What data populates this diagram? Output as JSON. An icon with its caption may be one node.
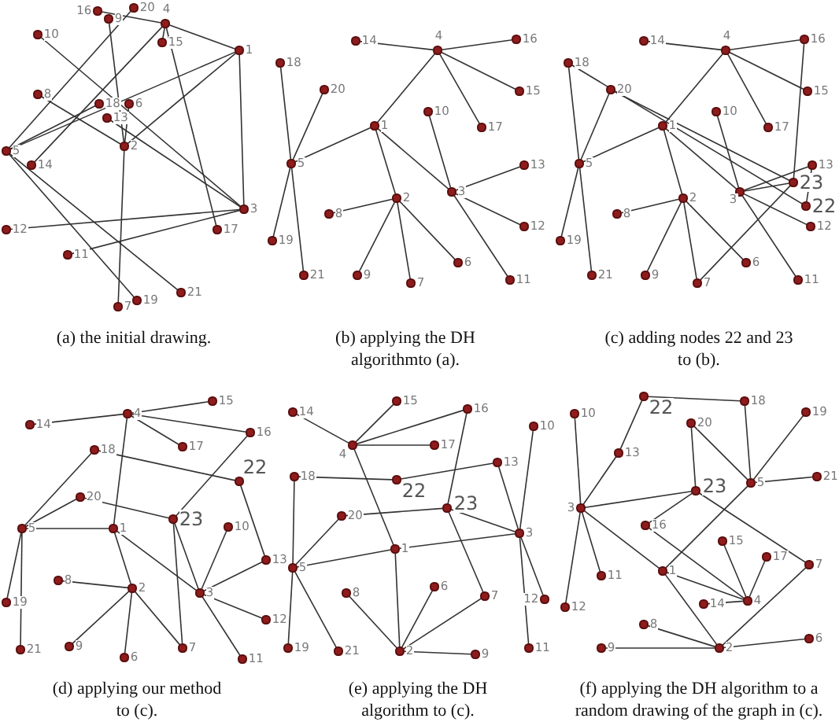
{
  "diagram": {
    "nodes": [
      {
        "text": [],
        "shape": "circle",
        "beside": [
          "1"
        ]
      },
      {
        "text": [],
        "shape": "circle",
        "beside": [
          "2"
        ]
      },
      {
        "text": [],
        "shape": "circle",
        "beside": [
          "3"
        ]
      },
      {
        "text": [],
        "shape": "circle",
        "beside": [
          "4"
        ]
      },
      {
        "text": [],
        "shape": "circle",
        "beside": [
          "5"
        ]
      },
      {
        "text": [],
        "shape": "circle",
        "beside": [
          "6"
        ]
      },
      {
        "text": [],
        "shape": "circle",
        "beside": [
          "7"
        ]
      },
      {
        "text": [],
        "shape": "circle",
        "beside": [
          "8"
        ]
      },
      {
        "text": [],
        "shape": "circle",
        "beside": [
          "9"
        ]
      },
      {
        "text": [],
        "shape": "circle",
        "beside": [
          "10"
        ]
      },
      {
        "text": [],
        "shape": "circle",
        "beside": [
          "11"
        ]
      },
      {
        "text": [],
        "shape": "circle",
        "beside": [
          "12"
        ]
      },
      {
        "text": [],
        "shape": "circle",
        "beside": [
          "13"
        ]
      },
      {
        "text": [],
        "shape": "circle",
        "beside": [
          "14"
        ]
      },
      {
        "text": [],
        "shape": "circle",
        "beside": [
          "15"
        ]
      },
      {
        "text": [],
        "shape": "circle",
        "beside": [
          "16"
        ]
      },
      {
        "text": [],
        "shape": "circle",
        "beside": [
          "17"
        ]
      },
      {
        "text": [],
        "shape": "circle",
        "beside": [
          "18"
        ]
      },
      {
        "text": [],
        "shape": "circle",
        "beside": [
          "19"
        ]
      },
      {
        "text": [],
        "shape": "circle",
        "beside": [
          "20"
        ]
      },
      {
        "text": [],
        "shape": "circle",
        "beside": [
          "21"
        ]
      },
      {
        "text": [],
        "shape": "circle",
        "beside": [
          "1"
        ]
      },
      {
        "text": [],
        "shape": "circle",
        "beside": [
          "2"
        ]
      },
      {
        "text": [],
        "shape": "circle",
        "beside": [
          "3"
        ]
      },
      {
        "text": [],
        "shape": "circle",
        "beside": [
          "4"
        ]
      },
      {
        "text": [],
        "shape": "circle",
        "beside": [
          "5"
        ]
      },
      {
        "text": [],
        "shape": "circle",
        "beside": [
          "6"
        ]
      },
      {
        "text": [],
        "shape": "circle",
        "beside": [
          "7"
        ]
      },
      {
        "text": [],
        "shape": "circle",
        "beside": [
          "8"
        ]
      },
      {
        "text": [],
        "shape": "circle",
        "beside": [
          "9"
        ]
      },
      {
        "text": [],
        "shape": "circle",
        "beside": [
          "10"
        ]
      },
      {
        "text": [],
        "shape": "circle",
        "beside": [
          "11"
        ]
      },
      {
        "text": [],
        "shape": "circle",
        "beside": [
          "12"
        ]
      },
      {
        "text": [],
        "shape": "circle",
        "beside": [
          "13"
        ]
      },
      {
        "text": [],
        "shape": "circle",
        "beside": [
          "14"
        ]
      },
      {
        "text": [],
        "shape": "circle",
        "beside": [
          "15"
        ]
      },
      {
        "text": [],
        "shape": "circle",
        "beside": [
          "16"
        ]
      },
      {
        "text": [],
        "shape": "circle",
        "beside": [
          "17"
        ]
      },
      {
        "text": [],
        "shape": "circle",
        "beside": [
          "18"
        ]
      },
      {
        "text": [],
        "shape": "circle",
        "beside": [
          "19"
        ]
      },
      {
        "text": [],
        "shape": "circle",
        "beside": [
          "20"
        ]
      },
      {
        "text": [],
        "shape": "circle",
        "beside": [
          "21"
        ]
      },
      {
        "text": [],
        "shape": "circle",
        "beside": [
          "1"
        ]
      },
      {
        "text": [],
        "shape": "circle",
        "beside": [
          "2"
        ]
      },
      {
        "text": [],
        "shape": "circle",
        "beside": [
          "3"
        ]
      },
      {
        "text": [],
        "shape": "circle",
        "beside": [
          "4"
        ]
      },
      {
        "text": [],
        "shape": "circle",
        "beside": [
          "5"
        ]
      },
      {
        "text": [],
        "shape": "circle",
        "beside": [
          "6"
        ]
      },
      {
        "text": [],
        "shape": "circle",
        "beside": [
          "7"
        ]
      },
      {
        "text": [],
        "shape": "circle",
        "beside": [
          "8"
        ]
      },
      {
        "text": [],
        "shape": "circle",
        "beside": [
          "9"
        ]
      },
      {
        "text": [],
        "shape": "circle",
        "beside": [
          "10"
        ]
      },
      {
        "text": [],
        "shape": "circle",
        "beside": [
          "11"
        ]
      },
      {
        "text": [],
        "shape": "circle",
        "beside": [
          "12"
        ]
      },
      {
        "text": [],
        "shape": "circle",
        "beside": [
          "13"
        ]
      },
      {
        "text": [],
        "shape": "circle",
        "beside": [
          "14"
        ]
      },
      {
        "text": [],
        "shape": "circle",
        "beside": [
          "15"
        ]
      },
      {
        "text": [],
        "shape": "circle",
        "beside": [
          "16"
        ]
      },
      {
        "text": [],
        "shape": "circle",
        "beside": [
          "17"
        ]
      },
      {
        "text": [],
        "shape": "circle",
        "beside": [
          "18"
        ]
      },
      {
        "text": [],
        "shape": "circle",
        "beside": [
          "19"
        ]
      },
      {
        "text": [],
        "shape": "circle",
        "beside": [
          "20"
        ]
      },
      {
        "text": [],
        "shape": "circle",
        "beside": [
          "21"
        ]
      },
      {
        "text": [],
        "shape": "circle",
        "beside": [
          "22"
        ]
      },
      {
        "text": [],
        "shape": "circle",
        "beside": [
          "23"
        ]
      },
      {
        "text": [],
        "shape": "circle",
        "beside": [
          "1"
        ]
      },
      {
        "text": [],
        "shape": "circle",
        "beside": [
          "2"
        ]
      },
      {
        "text": [],
        "shape": "circle",
        "beside": [
          "3"
        ]
      },
      {
        "text": [],
        "shape": "circle",
        "beside": [
          "4"
        ]
      },
      {
        "text": [],
        "shape": "circle",
        "beside": [
          "5"
        ]
      },
      {
        "text": [],
        "shape": "circle",
        "beside": [
          "6"
        ]
      },
      {
        "text": [],
        "shape": "circle",
        "beside": [
          "7"
        ]
      },
      {
        "text": [],
        "shape": "circle",
        "beside": [
          "8"
        ]
      },
      {
        "text": [],
        "shape": "circle",
        "beside": [
          "9"
        ]
      },
      {
        "text": [],
        "shape": "circle",
        "beside": [
          "10"
        ]
      },
      {
        "text": [],
        "shape": "circle",
        "beside": [
          "11"
        ]
      },
      {
        "text": [],
        "shape": "circle",
        "beside": [
          "12"
        ]
      },
      {
        "text": [],
        "shape": "circle",
        "beside": [
          "13"
        ]
      },
      {
        "text": [],
        "shape": "circle",
        "beside": [
          "14"
        ]
      },
      {
        "text": [],
        "shape": "circle",
        "beside": [
          "15"
        ]
      },
      {
        "text": [],
        "shape": "circle",
        "beside": [
          "16"
        ]
      },
      {
        "text": [],
        "shape": "circle",
        "beside": [
          "17"
        ]
      },
      {
        "text": [],
        "shape": "circle",
        "beside": [
          "18"
        ]
      },
      {
        "text": [],
        "shape": "circle",
        "beside": [
          "19"
        ]
      },
      {
        "text": [],
        "shape": "circle",
        "beside": [
          "20"
        ]
      },
      {
        "text": [],
        "shape": "circle",
        "beside": [
          "21"
        ]
      },
      {
        "text": [],
        "shape": "circle",
        "beside": [
          "22"
        ]
      },
      {
        "text": [],
        "shape": "circle",
        "beside": [
          "23"
        ]
      },
      {
        "text": [],
        "shape": "circle",
        "beside": [
          "1"
        ]
      },
      {
        "text": [],
        "shape": "circle",
        "beside": [
          "2"
        ]
      },
      {
        "text": [],
        "shape": "circle",
        "beside": [
          "3"
        ]
      },
      {
        "text": [],
        "shape": "circle",
        "beside": [
          "4"
        ]
      },
      {
        "text": [],
        "shape": "circle",
        "beside": [
          "5"
        ]
      },
      {
        "text": [],
        "shape": "circle",
        "beside": [
          "6"
        ]
      },
      {
        "text": [],
        "shape": "circle",
        "beside": [
          "7"
        ]
      },
      {
        "text": [],
        "shape": "circle",
        "beside": [
          "8"
        ]
      },
      {
        "text": [],
        "shape": "circle",
        "beside": [
          "9"
        ]
      },
      {
        "text": [],
        "shape": "circle",
        "beside": [
          "10"
        ]
      },
      {
        "text": [],
        "shape": "circle",
        "beside": [
          "11"
        ]
      },
      {
        "text": [],
        "shape": "circle",
        "beside": [
          "12"
        ]
      },
      {
        "text": [],
        "shape": "circle",
        "beside": [
          "13"
        ]
      },
      {
        "text": [],
        "shape": "circle",
        "beside": [
          "14"
        ]
      },
      {
        "text": [],
        "shape": "circle",
        "beside": [
          "15"
        ]
      },
      {
        "text": [],
        "shape": "circle",
        "beside": [
          "16"
        ]
      },
      {
        "text": [],
        "shape": "circle",
        "beside": [
          "17"
        ]
      },
      {
        "text": [],
        "shape": "circle",
        "beside": [
          "18"
        ]
      },
      {
        "text": [],
        "shape": "circle",
        "beside": [
          "19"
        ]
      },
      {
        "text": [],
        "shape": "circle",
        "beside": [
          "20"
        ]
      },
      {
        "text": [],
        "shape": "circle",
        "beside": [
          "21"
        ]
      },
      {
        "text": [],
        "shape": "circle",
        "beside": [
          "22"
        ]
      },
      {
        "text": [],
        "shape": "circle",
        "beside": [
          "23"
        ]
      },
      {
        "text": [],
        "shape": "circle",
        "beside": [
          "1"
        ]
      },
      {
        "text": [],
        "shape": "circle",
        "beside": [
          "2"
        ]
      },
      {
        "text": [],
        "shape": "circle",
        "beside": [
          "3"
        ]
      },
      {
        "text": [],
        "shape": "circle",
        "beside": [
          "4"
        ]
      },
      {
        "text": [],
        "shape": "circle",
        "beside": [
          "5"
        ]
      },
      {
        "text": [],
        "shape": "circle",
        "beside": [
          "6"
        ]
      },
      {
        "text": [],
        "shape": "circle",
        "beside": [
          "7"
        ]
      },
      {
        "text": [],
        "shape": "circle",
        "beside": [
          "8"
        ]
      },
      {
        "text": [],
        "shape": "circle",
        "beside": [
          "9"
        ]
      },
      {
        "text": [],
        "shape": "circle",
        "beside": [
          "10"
        ]
      },
      {
        "text": [],
        "shape": "circle",
        "beside": [
          "11"
        ]
      },
      {
        "text": [],
        "shape": "circle",
        "beside": [
          "12"
        ]
      },
      {
        "text": [],
        "shape": "circle",
        "beside": [
          "13"
        ]
      },
      {
        "text": [],
        "shape": "circle",
        "beside": [
          "14"
        ]
      },
      {
        "text": [],
        "shape": "circle",
        "beside": [
          "15"
        ]
      },
      {
        "text": [],
        "shape": "circle",
        "beside": [
          "16"
        ]
      },
      {
        "text": [],
        "shape": "circle",
        "beside": [
          "17"
        ]
      },
      {
        "text": [],
        "shape": "circle",
        "beside": [
          "18"
        ]
      },
      {
        "text": [],
        "shape": "circle",
        "beside": [
          "19"
        ]
      },
      {
        "text": [],
        "shape": "circle",
        "beside": [
          "20"
        ]
      },
      {
        "text": [],
        "shape": "circle",
        "beside": [
          "21"
        ]
      },
      {
        "text": [],
        "shape": "circle",
        "beside": [
          "22"
        ]
      },
      {
        "text": [],
        "shape": "circle",
        "beside": [
          "23"
        ]
      }
    ],
    "edges": [
      {
        "from": 3,
        "to": 13,
        "arrow": "none"
      },
      {
        "from": 3,
        "to": 15,
        "arrow": "none"
      },
      {
        "from": 3,
        "to": 14,
        "arrow": "none"
      },
      {
        "from": 3,
        "to": 16,
        "arrow": "none"
      },
      {
        "from": 3,
        "to": 0,
        "arrow": "none"
      },
      {
        "from": 0,
        "to": 4,
        "arrow": "none"
      },
      {
        "from": 0,
        "to": 1,
        "arrow": "none"
      },
      {
        "from": 0,
        "to": 2,
        "arrow": "none"
      },
      {
        "from": 4,
        "to": 17,
        "arrow": "none"
      },
      {
        "from": 4,
        "to": 19,
        "arrow": "none"
      },
      {
        "from": 4,
        "to": 18,
        "arrow": "none"
      },
      {
        "from": 4,
        "to": 20,
        "arrow": "none"
      },
      {
        "from": 1,
        "to": 7,
        "arrow": "none"
      },
      {
        "from": 1,
        "to": 8,
        "arrow": "none"
      },
      {
        "from": 1,
        "to": 6,
        "arrow": "none"
      },
      {
        "from": 1,
        "to": 5,
        "arrow": "none"
      },
      {
        "from": 2,
        "to": 9,
        "arrow": "none"
      },
      {
        "from": 2,
        "to": 12,
        "arrow": "none"
      },
      {
        "from": 2,
        "to": 11,
        "arrow": "none"
      },
      {
        "from": 2,
        "to": 10,
        "arrow": "none"
      },
      {
        "from": 24,
        "to": 34,
        "arrow": "none"
      },
      {
        "from": 24,
        "to": 36,
        "arrow": "none"
      },
      {
        "from": 24,
        "to": 35,
        "arrow": "none"
      },
      {
        "from": 24,
        "to": 37,
        "arrow": "none"
      },
      {
        "from": 24,
        "to": 21,
        "arrow": "none"
      },
      {
        "from": 21,
        "to": 25,
        "arrow": "none"
      },
      {
        "from": 21,
        "to": 22,
        "arrow": "none"
      },
      {
        "from": 21,
        "to": 23,
        "arrow": "none"
      },
      {
        "from": 25,
        "to": 38,
        "arrow": "none"
      },
      {
        "from": 25,
        "to": 40,
        "arrow": "none"
      },
      {
        "from": 25,
        "to": 39,
        "arrow": "none"
      },
      {
        "from": 25,
        "to": 41,
        "arrow": "none"
      },
      {
        "from": 22,
        "to": 28,
        "arrow": "none"
      },
      {
        "from": 22,
        "to": 29,
        "arrow": "none"
      },
      {
        "from": 22,
        "to": 27,
        "arrow": "none"
      },
      {
        "from": 22,
        "to": 26,
        "arrow": "none"
      },
      {
        "from": 23,
        "to": 30,
        "arrow": "none"
      },
      {
        "from": 23,
        "to": 33,
        "arrow": "none"
      },
      {
        "from": 23,
        "to": 32,
        "arrow": "none"
      },
      {
        "from": 23,
        "to": 31,
        "arrow": "none"
      },
      {
        "from": 45,
        "to": 55,
        "arrow": "none"
      },
      {
        "from": 45,
        "to": 57,
        "arrow": "none"
      },
      {
        "from": 45,
        "to": 56,
        "arrow": "none"
      },
      {
        "from": 45,
        "to": 58,
        "arrow": "none"
      },
      {
        "from": 45,
        "to": 42,
        "arrow": "none"
      },
      {
        "from": 42,
        "to": 46,
        "arrow": "none"
      },
      {
        "from": 42,
        "to": 43,
        "arrow": "none"
      },
      {
        "from": 42,
        "to": 44,
        "arrow": "none"
      },
      {
        "from": 46,
        "to": 59,
        "arrow": "none"
      },
      {
        "from": 46,
        "to": 61,
        "arrow": "none"
      },
      {
        "from": 46,
        "to": 60,
        "arrow": "none"
      },
      {
        "from": 46,
        "to": 62,
        "arrow": "none"
      },
      {
        "from": 43,
        "to": 49,
        "arrow": "none"
      },
      {
        "from": 43,
        "to": 50,
        "arrow": "none"
      },
      {
        "from": 43,
        "to": 48,
        "arrow": "none"
      },
      {
        "from": 43,
        "to": 47,
        "arrow": "none"
      },
      {
        "from": 44,
        "to": 51,
        "arrow": "none"
      },
      {
        "from": 44,
        "to": 54,
        "arrow": "none"
      },
      {
        "from": 44,
        "to": 53,
        "arrow": "none"
      },
      {
        "from": 44,
        "to": 52,
        "arrow": "none"
      },
      {
        "from": 59,
        "to": 63,
        "arrow": "none"
      },
      {
        "from": 63,
        "to": 54,
        "arrow": "none"
      },
      {
        "from": 61,
        "to": 64,
        "arrow": "none"
      },
      {
        "from": 64,
        "to": 57,
        "arrow": "none"
      },
      {
        "from": 64,
        "to": 48,
        "arrow": "none"
      },
      {
        "from": 64,
        "to": 44,
        "arrow": "none"
      },
      {
        "from": 68,
        "to": 78,
        "arrow": "none"
      },
      {
        "from": 68,
        "to": 80,
        "arrow": "none"
      },
      {
        "from": 68,
        "to": 79,
        "arrow": "none"
      },
      {
        "from": 68,
        "to": 81,
        "arrow": "none"
      },
      {
        "from": 68,
        "to": 65,
        "arrow": "none"
      },
      {
        "from": 65,
        "to": 69,
        "arrow": "none"
      },
      {
        "from": 65,
        "to": 66,
        "arrow": "none"
      },
      {
        "from": 65,
        "to": 67,
        "arrow": "none"
      },
      {
        "from": 69,
        "to": 82,
        "arrow": "none"
      },
      {
        "from": 69,
        "to": 84,
        "arrow": "none"
      },
      {
        "from": 69,
        "to": 83,
        "arrow": "none"
      },
      {
        "from": 69,
        "to": 85,
        "arrow": "none"
      },
      {
        "from": 66,
        "to": 72,
        "arrow": "none"
      },
      {
        "from": 66,
        "to": 73,
        "arrow": "none"
      },
      {
        "from": 66,
        "to": 71,
        "arrow": "none"
      },
      {
        "from": 66,
        "to": 70,
        "arrow": "none"
      },
      {
        "from": 67,
        "to": 74,
        "arrow": "none"
      },
      {
        "from": 67,
        "to": 77,
        "arrow": "none"
      },
      {
        "from": 67,
        "to": 76,
        "arrow": "none"
      },
      {
        "from": 67,
        "to": 75,
        "arrow": "none"
      },
      {
        "from": 82,
        "to": 86,
        "arrow": "none"
      },
      {
        "from": 86,
        "to": 77,
        "arrow": "none"
      },
      {
        "from": 84,
        "to": 87,
        "arrow": "none"
      },
      {
        "from": 87,
        "to": 80,
        "arrow": "none"
      },
      {
        "from": 87,
        "to": 71,
        "arrow": "none"
      },
      {
        "from": 87,
        "to": 67,
        "arrow": "none"
      },
      {
        "from": 91,
        "to": 101,
        "arrow": "none"
      },
      {
        "from": 91,
        "to": 103,
        "arrow": "none"
      },
      {
        "from": 91,
        "to": 102,
        "arrow": "none"
      },
      {
        "from": 91,
        "to": 104,
        "arrow": "none"
      },
      {
        "from": 91,
        "to": 88,
        "arrow": "none"
      },
      {
        "from": 88,
        "to": 92,
        "arrow": "none"
      },
      {
        "from": 88,
        "to": 89,
        "arrow": "none"
      },
      {
        "from": 88,
        "to": 90,
        "arrow": "none"
      },
      {
        "from": 92,
        "to": 105,
        "arrow": "none"
      },
      {
        "from": 92,
        "to": 107,
        "arrow": "none"
      },
      {
        "from": 92,
        "to": 106,
        "arrow": "none"
      },
      {
        "from": 92,
        "to": 108,
        "arrow": "none"
      },
      {
        "from": 89,
        "to": 95,
        "arrow": "none"
      },
      {
        "from": 89,
        "to": 96,
        "arrow": "none"
      },
      {
        "from": 89,
        "to": 94,
        "arrow": "none"
      },
      {
        "from": 89,
        "to": 93,
        "arrow": "none"
      },
      {
        "from": 90,
        "to": 97,
        "arrow": "none"
      },
      {
        "from": 90,
        "to": 100,
        "arrow": "none"
      },
      {
        "from": 90,
        "to": 99,
        "arrow": "none"
      },
      {
        "from": 90,
        "to": 98,
        "arrow": "none"
      },
      {
        "from": 105,
        "to": 109,
        "arrow": "none"
      },
      {
        "from": 109,
        "to": 100,
        "arrow": "none"
      },
      {
        "from": 107,
        "to": 110,
        "arrow": "none"
      },
      {
        "from": 110,
        "to": 103,
        "arrow": "none"
      },
      {
        "from": 110,
        "to": 94,
        "arrow": "none"
      },
      {
        "from": 110,
        "to": 90,
        "arrow": "none"
      },
      {
        "from": 114,
        "to": 124,
        "arrow": "none"
      },
      {
        "from": 114,
        "to": 126,
        "arrow": "none"
      },
      {
        "from": 114,
        "to": 125,
        "arrow": "none"
      },
      {
        "from": 114,
        "to": 127,
        "arrow": "none"
      },
      {
        "from": 114,
        "to": 111,
        "arrow": "none"
      },
      {
        "from": 111,
        "to": 115,
        "arrow": "none"
      },
      {
        "from": 111,
        "to": 112,
        "arrow": "none"
      },
      {
        "from": 111,
        "to": 113,
        "arrow": "none"
      },
      {
        "from": 115,
        "to": 128,
        "arrow": "none"
      },
      {
        "from": 115,
        "to": 130,
        "arrow": "none"
      },
      {
        "from": 115,
        "to": 129,
        "arrow": "none"
      },
      {
        "from": 115,
        "to": 131,
        "arrow": "none"
      },
      {
        "from": 112,
        "to": 118,
        "arrow": "none"
      },
      {
        "from": 112,
        "to": 119,
        "arrow": "none"
      },
      {
        "from": 112,
        "to": 117,
        "arrow": "none"
      },
      {
        "from": 112,
        "to": 116,
        "arrow": "none"
      },
      {
        "from": 113,
        "to": 120,
        "arrow": "none"
      },
      {
        "from": 113,
        "to": 123,
        "arrow": "none"
      },
      {
        "from": 113,
        "to": 122,
        "arrow": "none"
      },
      {
        "from": 113,
        "to": 121,
        "arrow": "none"
      },
      {
        "from": 128,
        "to": 132,
        "arrow": "none"
      },
      {
        "from": 132,
        "to": 123,
        "arrow": "none"
      },
      {
        "from": 130,
        "to": 133,
        "arrow": "none"
      },
      {
        "from": 133,
        "to": 126,
        "arrow": "none"
      },
      {
        "from": 133,
        "to": 117,
        "arrow": "none"
      },
      {
        "from": 133,
        "to": 113,
        "arrow": "none"
      }
    ],
    "labels": [
      "(a) the initial drawing.",
      "(b) applying the DH algorithmto (a).",
      "(c) adding nodes 22 and 23 to (b).",
      "(d) applying our method to (c).",
      "(e) applying the DH algorithm to (c).",
      "(f) applying the DH algorithm to a random drawing of the graph in (c)."
    ]
  }
}
